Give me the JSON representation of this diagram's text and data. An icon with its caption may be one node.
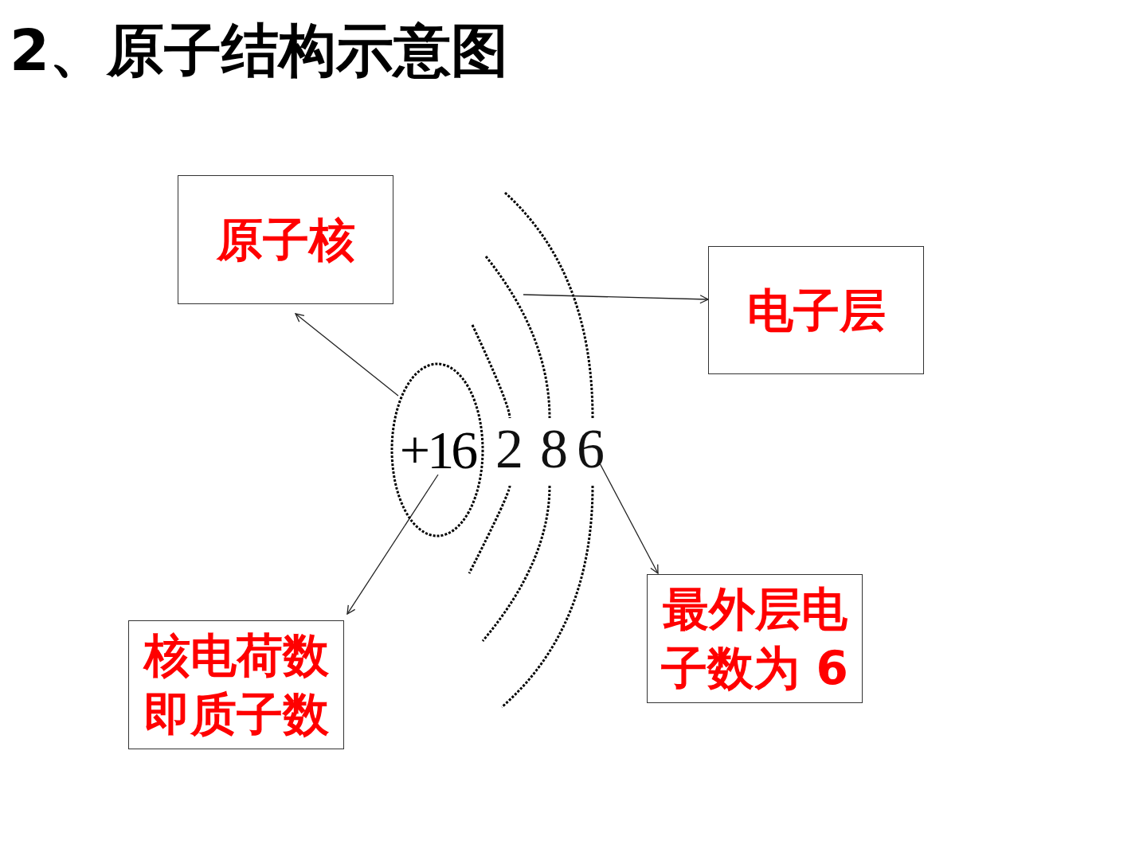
{
  "diagram": {
    "title": "2、原子结构示意图",
    "nodes": [
      {
        "text": [
          "原子核"
        ]
      },
      {
        "text": [
          "电子层"
        ]
      },
      {
        "text": [
          "+16"
        ]
      },
      {
        "text": [],
        "shape": "arc"
      },
      {
        "text": [
          "6"
        ]
      },
      {
        "text": [
          "核电荷数即质子数"
        ]
      },
      {
        "text": [
          "最外层电子数为 6"
        ]
      }
    ],
    "edges": [
      {
        "from": 2,
        "to": 0,
        "arrow": "to"
      },
      {
        "from": 3,
        "to": 1,
        "arrow": "to"
      },
      {
        "from": 2,
        "to": 5,
        "arrow": "to"
      },
      {
        "from": 4,
        "to": 6,
        "arrow": "to"
      }
    ],
    "labels": [
      "2",
      "8"
    ]
  }
}
